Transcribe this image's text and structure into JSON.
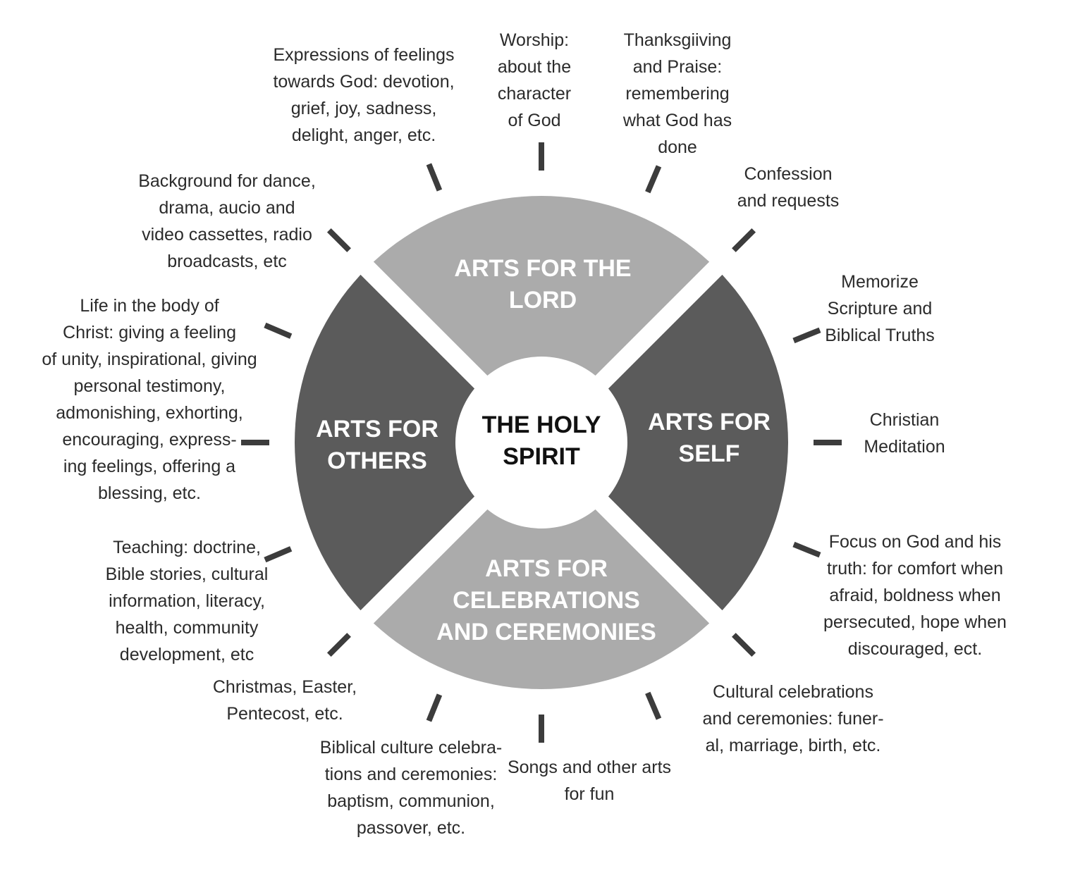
{
  "center": {
    "lines": [
      "THE HOLY",
      "SPIRIT"
    ]
  },
  "colors": {
    "light": "#ababab",
    "dark": "#5b5b5b",
    "tick": "#3c3c3c",
    "text": "#2b2b2b"
  },
  "quadrants": [
    {
      "id": "lord",
      "shade": "light",
      "lines": [
        "ARTS FOR THE",
        "LORD"
      ]
    },
    {
      "id": "self",
      "shade": "dark",
      "lines": [
        "ARTS FOR",
        "SELF"
      ]
    },
    {
      "id": "celebrations",
      "shade": "light",
      "lines": [
        "ARTS FOR",
        "CELEBRATIONS",
        "AND CEREMONIES"
      ]
    },
    {
      "id": "others",
      "shade": "dark",
      "lines": [
        "ARTS FOR",
        "OTHERS"
      ]
    }
  ],
  "annotations": [
    {
      "id": "feelings",
      "lines": [
        "Expressions of feelings",
        "towards God: devotion,",
        "grief, joy, sadness,",
        "delight, anger, etc."
      ]
    },
    {
      "id": "worship",
      "lines": [
        "Worship:",
        "about the",
        "character",
        "of God"
      ]
    },
    {
      "id": "thanksgiving",
      "lines": [
        "Thanksgiiving",
        "and Praise:",
        "remembering",
        "what God has",
        "done"
      ]
    },
    {
      "id": "confession",
      "lines": [
        "Confession",
        "and requests"
      ]
    },
    {
      "id": "background",
      "lines": [
        "Background for dance,",
        "drama, aucio and",
        "video cassettes, radio",
        "broadcasts, etc"
      ]
    },
    {
      "id": "memorize",
      "lines": [
        "Memorize",
        "Scripture and",
        "Biblical Truths"
      ]
    },
    {
      "id": "life-body",
      "lines": [
        "Life in the body of",
        "Christ: giving a feeling",
        "of unity, inspirational, giving",
        "personal testimony,",
        "admonishing, exhorting,",
        "encouraging, express-",
        "ing feelings, offering a",
        "blessing, etc."
      ]
    },
    {
      "id": "meditation",
      "lines": [
        "Christian",
        "Meditation"
      ]
    },
    {
      "id": "teaching",
      "lines": [
        "Teaching: doctrine,",
        "Bible stories, cultural",
        "information, literacy,",
        "health, community",
        "development, etc"
      ]
    },
    {
      "id": "focus",
      "lines": [
        "Focus on God and his",
        "truth: for comfort when",
        "afraid, boldness when",
        "persecuted, hope when",
        "discouraged, ect."
      ]
    },
    {
      "id": "christmas",
      "lines": [
        "Christmas, Easter,",
        "Pentecost, etc."
      ]
    },
    {
      "id": "cultural",
      "lines": [
        "Cultural celebrations",
        "and ceremonies: funer-",
        "al, marriage, birth, etc."
      ]
    },
    {
      "id": "biblical-culture",
      "lines": [
        "Biblical culture celebra-",
        "tions and ceremonies:",
        "baptism, communion,",
        "passover, etc."
      ]
    },
    {
      "id": "songs",
      "lines": [
        "Songs and other arts",
        "for fun"
      ]
    }
  ]
}
